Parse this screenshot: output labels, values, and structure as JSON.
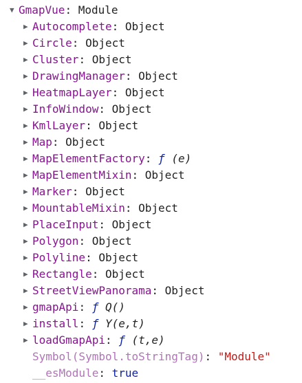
{
  "root": {
    "name": "GmapVue",
    "value": "Module",
    "expanded_icon": "triangle-down-icon"
  },
  "children": [
    {
      "name": "Autocomplete",
      "value": "Object"
    },
    {
      "name": "Circle",
      "value": "Object"
    },
    {
      "name": "Cluster",
      "value": "Object"
    },
    {
      "name": "DrawingManager",
      "value": "Object"
    },
    {
      "name": "HeatmapLayer",
      "value": "Object"
    },
    {
      "name": "InfoWindow",
      "value": "Object"
    },
    {
      "name": "KmlLayer",
      "value": "Object"
    },
    {
      "name": "Map",
      "value": "Object"
    },
    {
      "name": "MapElementFactory",
      "value_prefix": "ƒ",
      "value": "(e)"
    },
    {
      "name": "MapElementMixin",
      "value": "Object"
    },
    {
      "name": "Marker",
      "value": "Object"
    },
    {
      "name": "MountableMixin",
      "value": "Object"
    },
    {
      "name": "PlaceInput",
      "value": "Object"
    },
    {
      "name": "Polygon",
      "value": "Object"
    },
    {
      "name": "Polyline",
      "value": "Object"
    },
    {
      "name": "Rectangle",
      "value": "Object"
    },
    {
      "name": "StreetViewPanorama",
      "value": "Object"
    },
    {
      "name": "gmapApi",
      "value_prefix": "ƒ",
      "value": "Q()"
    },
    {
      "name": "install",
      "value_prefix": "ƒ",
      "value": "Y(e,t)"
    },
    {
      "name": "loadGmapApi",
      "value_prefix": "ƒ",
      "value": "(t,e)"
    }
  ],
  "symbol_property": {
    "name": "Symbol(Symbol.toStringTag)",
    "value": "\"Module\""
  },
  "es_module_property": {
    "name": "__esModule",
    "value": "true"
  },
  "colors": {
    "property": "#881391",
    "property_dim": "#b074b7",
    "text": "#222222",
    "string": "#c41a16",
    "keyword": "#0d22aa"
  },
  "icons": {
    "collapsed": "triangle-right-icon",
    "expanded": "triangle-down-icon"
  }
}
